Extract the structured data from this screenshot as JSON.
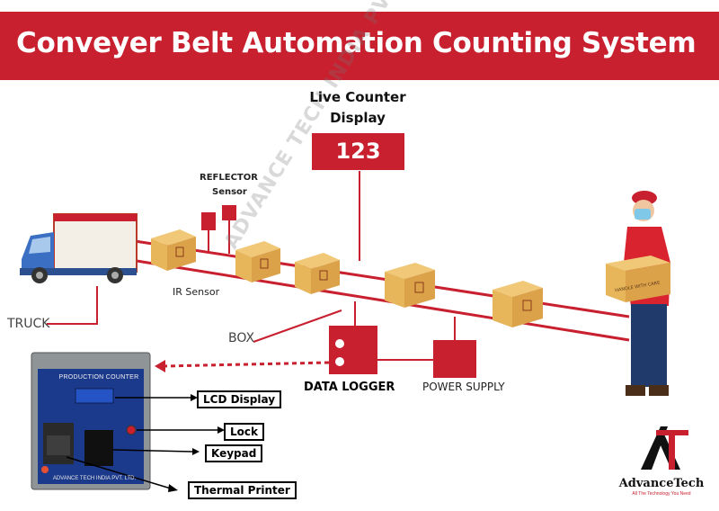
{
  "title": "Conveyer Belt Automation Counting System",
  "live_counter": {
    "title": "Live Counter Display",
    "value": "123"
  },
  "labels": {
    "reflector": "REFLECTOR",
    "reflector_sensor": "Sensor",
    "ir_sensor": "IR Sensor",
    "truck": "TRUCK",
    "box": "BOX",
    "data_logger": "DATA LOGGER",
    "power_supply": "POWER SUPPLY",
    "handle_with_care": "HANDLE WITH CARE"
  },
  "device": {
    "panel_title": "PRODUCTION COUNTER",
    "panel_footer": "ADVANCE TECH INDIA PVT. LTD.",
    "callouts": {
      "lcd": "LCD Display",
      "lock": "Lock",
      "keypad": "Keypad",
      "printer": "Thermal Printer"
    }
  },
  "watermark": "ADVANCE TECH INDIA PVT LTD",
  "brand": {
    "name": "AdvanceTech",
    "tagline": "All The Technology You Need"
  },
  "colors": {
    "brand_red": "#c8202f",
    "box_tan": "#e8b65a",
    "truck_blue": "#3a6fc4"
  }
}
